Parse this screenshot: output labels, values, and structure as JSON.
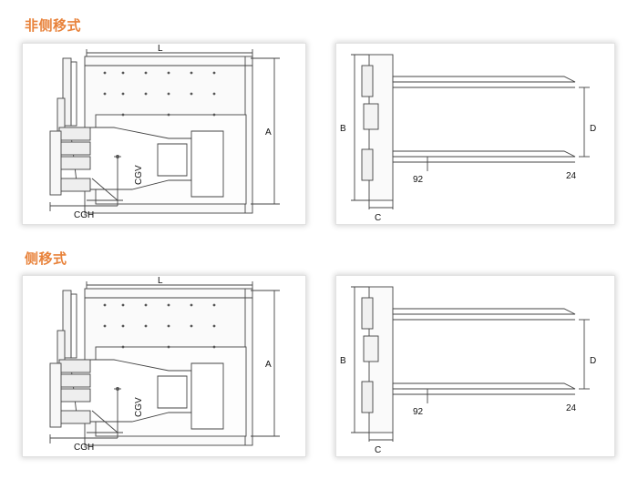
{
  "sections": [
    {
      "title": "非侧移式",
      "side_view": {
        "length_label": "L",
        "height_label": "A",
        "cgv_label": "CGV",
        "cgh_label": "CGH"
      },
      "front_view": {
        "b_label": "B",
        "c_label": "C",
        "d_label": "D",
        "dim_left": "92",
        "dim_right": "24"
      }
    },
    {
      "title": "侧移式",
      "side_view": {
        "length_label": "L",
        "height_label": "A",
        "cgv_label": "CGV",
        "cgh_label": "CGH"
      },
      "front_view": {
        "b_label": "B",
        "c_label": "C",
        "d_label": "D",
        "dim_left": "92",
        "dim_right": "24"
      }
    }
  ]
}
